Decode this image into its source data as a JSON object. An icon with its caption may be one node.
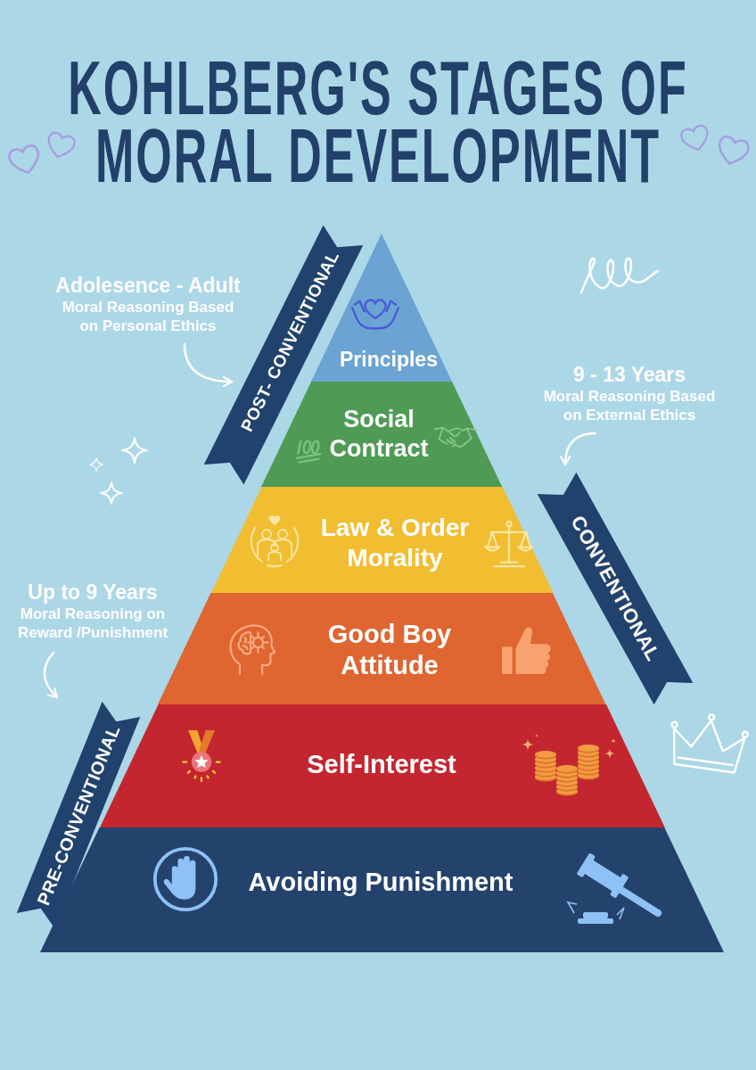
{
  "diagram": {
    "title": "KOHLBERG'S STAGES OF MORAL DEVELOPMENT",
    "nodes": [
      {
        "text": [
          "Principles"
        ]
      },
      {
        "text": [
          "Social Contract"
        ]
      },
      {
        "text": [
          "Law & Order Morality"
        ]
      },
      {
        "text": [
          "Good Boy Attitude"
        ]
      },
      {
        "text": [
          "Self-Interest"
        ]
      },
      {
        "text": [
          "Avoiding Punishment"
        ]
      },
      {
        "text": [
          "POST- CONVENTIONAL"
        ]
      },
      {
        "text": [
          "CONVENTIONAL"
        ]
      },
      {
        "text": [
          "PRE-CONVENTIONAL"
        ]
      },
      {
        "text": [
          "Adolesence - Adult",
          "Moral Reasoning Based on Personal Ethics"
        ]
      },
      {
        "text": [
          "9 - 13 Years",
          "Moral Reasoning Based on External Ethics"
        ]
      },
      {
        "text": [
          "Up to 9 Years",
          "Moral Reasoning on Reward /Punishment"
        ]
      }
    ],
    "edges": [
      {
        "from": 9,
        "to": 6,
        "arrow": "to"
      },
      {
        "from": 10,
        "to": 7,
        "arrow": "to"
      },
      {
        "from": 11,
        "to": 8,
        "arrow": "to"
      }
    ]
  }
}
